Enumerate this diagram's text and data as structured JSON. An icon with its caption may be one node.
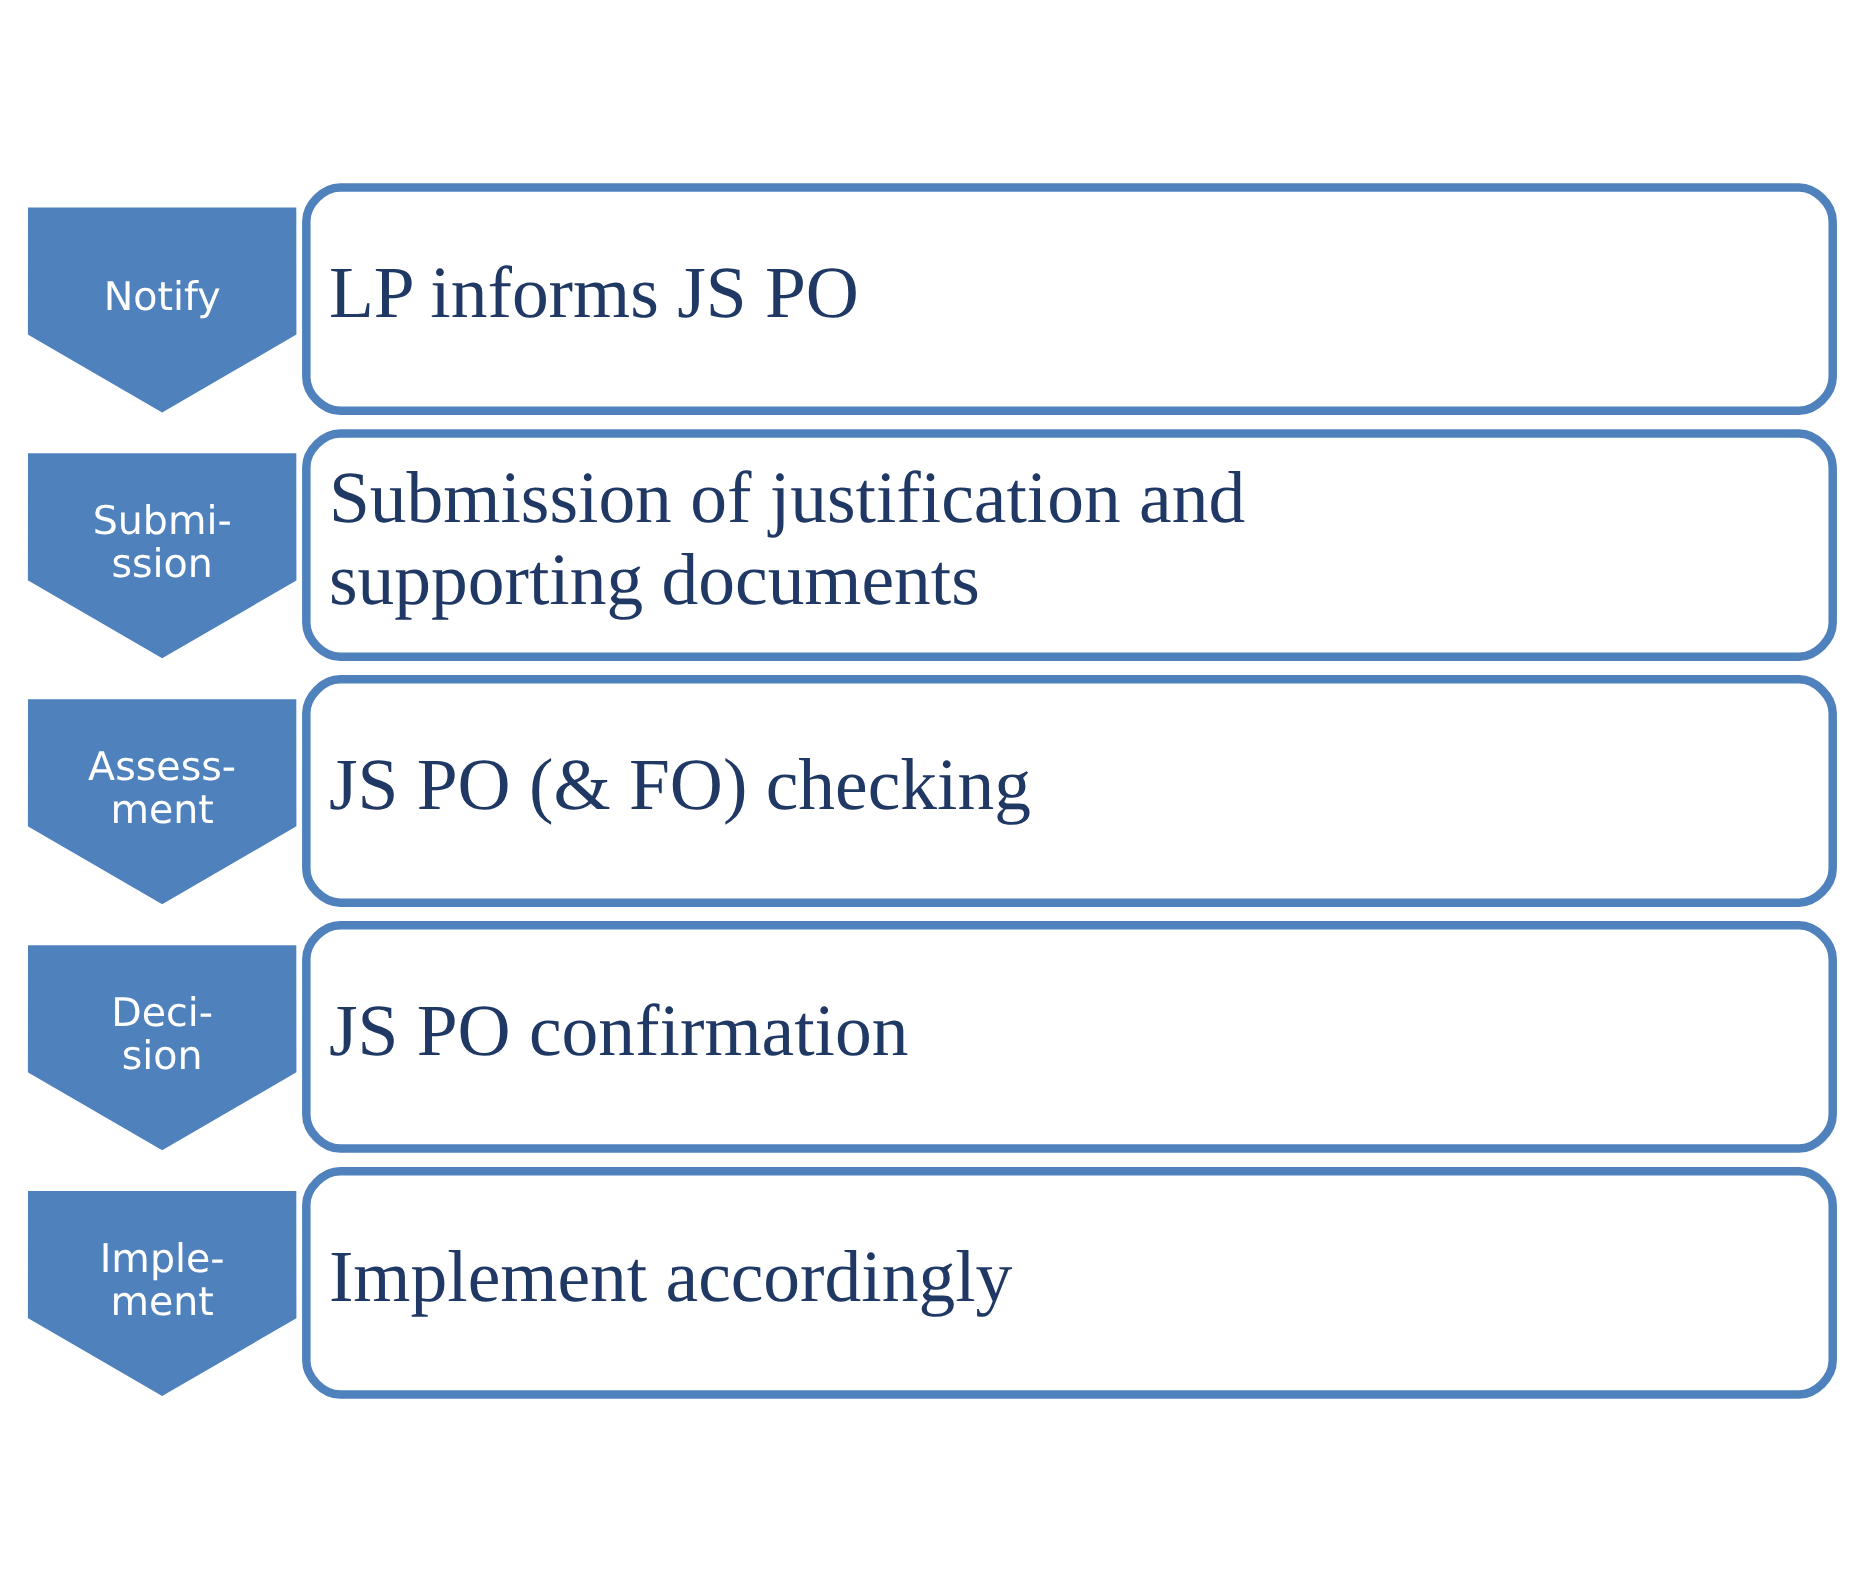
{
  "diagram": {
    "nodes": [
      {
        "text": [
          "Notify"
        ]
      },
      {
        "text": [
          "LP informs JS PO"
        ]
      },
      {
        "text": [
          "Submi- ssion"
        ]
      },
      {
        "text": [
          "Submission of justification and supporting documents"
        ]
      },
      {
        "text": [
          "Assess- ment"
        ]
      },
      {
        "text": [
          "JS PO (& FO) checking"
        ]
      },
      {
        "text": [
          "Deci- sion"
        ]
      },
      {
        "text": [
          "JS PO confirmation"
        ]
      },
      {
        "text": [
          "Imple- ment"
        ]
      },
      {
        "text": [
          "Implement accordingly"
        ]
      }
    ]
  }
}
